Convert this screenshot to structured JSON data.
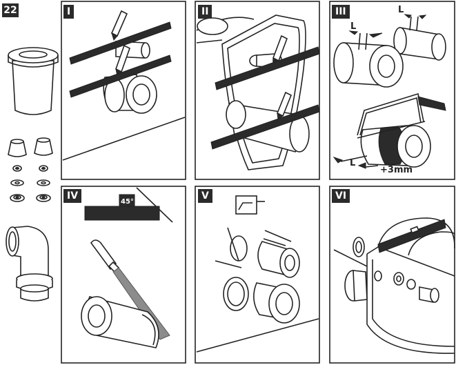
{
  "figure_number": "22",
  "panels": [
    {
      "id": "I",
      "label": "I"
    },
    {
      "id": "II",
      "label": "II"
    },
    {
      "id": "III",
      "label": "III"
    },
    {
      "id": "IV",
      "label": "IV"
    },
    {
      "id": "V",
      "label": "V"
    },
    {
      "id": "VI",
      "label": "VI"
    }
  ],
  "annotations": {
    "length_symbol": "L",
    "extra_length": "+3mm",
    "angle": "45°"
  },
  "colors": {
    "line": "#222222",
    "fill_dark": "#2b2b2b",
    "fill_light": "#ffffff",
    "gray": "#8c8c8c"
  }
}
